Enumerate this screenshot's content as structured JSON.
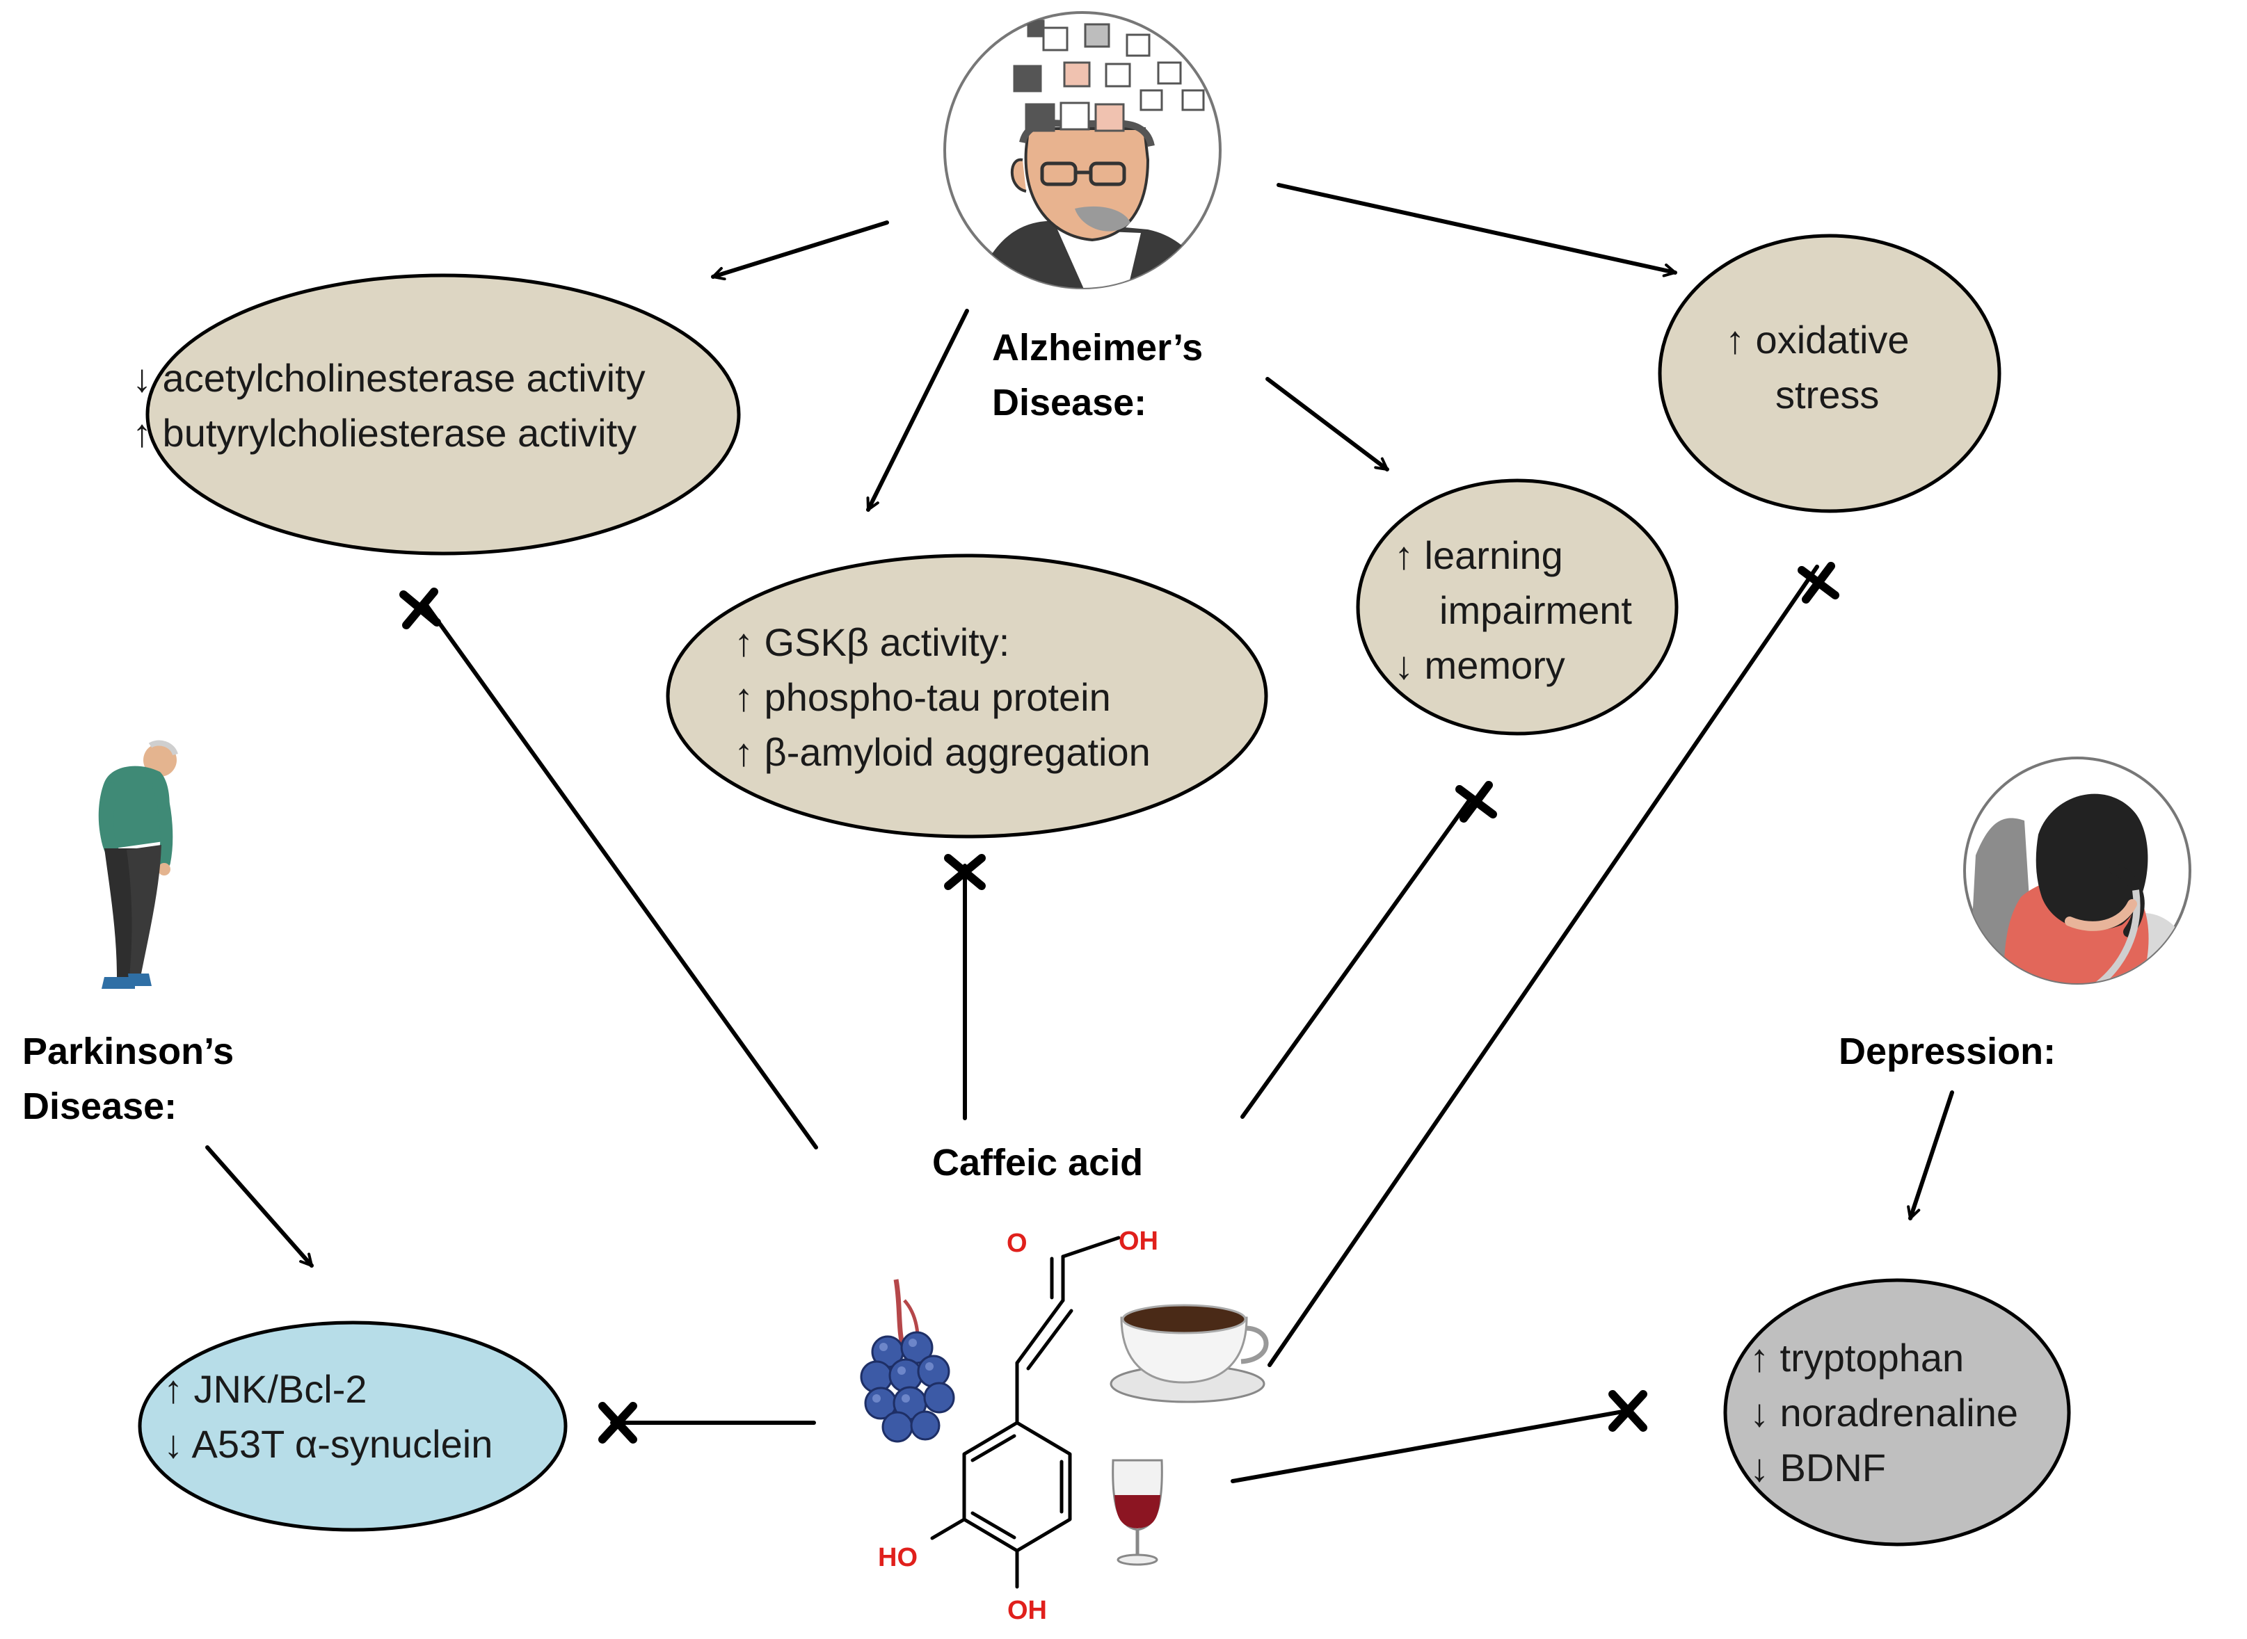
{
  "colors": {
    "ellipse_beige": "#ddd6c3",
    "ellipse_blue": "#b7dde8",
    "ellipse_gray": "#bfbfbf",
    "outline": "#000000",
    "oxygen_red": "#e0201c"
  },
  "diseases": {
    "alzheimers": [
      "Alzheimer’s",
      "Disease:"
    ],
    "parkinsons": [
      "Parkinson’s",
      "Disease:"
    ],
    "depression": [
      "Depression:"
    ]
  },
  "compound": {
    "name": "Caffeic acid",
    "atoms": {
      "o_top": "O",
      "oh_top": "OH",
      "ho_left": "HO",
      "oh_bottom": "OH"
    },
    "sources": [
      "blueberry-icon",
      "coffee-cup-icon",
      "wine-glass-icon"
    ]
  },
  "effects": {
    "cholinesterase": [
      "↓ acetylcholinesterase activity",
      "↑ butyrylcholiesterase activity"
    ],
    "gsk": [
      "↑ GSKβ activity:",
      "↑ phospho-tau protein",
      "↑ β-amyloid aggregation"
    ],
    "learning": [
      "↑ learning",
      "impairment",
      "↓ memory"
    ],
    "oxidative": [
      "↑ oxidative",
      "stress"
    ],
    "jnk": [
      "↑ JNK/Bcl-2",
      "↓ A53T α-synuclein"
    ],
    "depression": [
      "↑ tryptophan",
      "↓ noradrenaline",
      "↓ BDNF"
    ]
  },
  "illustrations": [
    "alzheimers-patient-icon",
    "parkinsons-patient-icon",
    "depressed-person-icon"
  ]
}
